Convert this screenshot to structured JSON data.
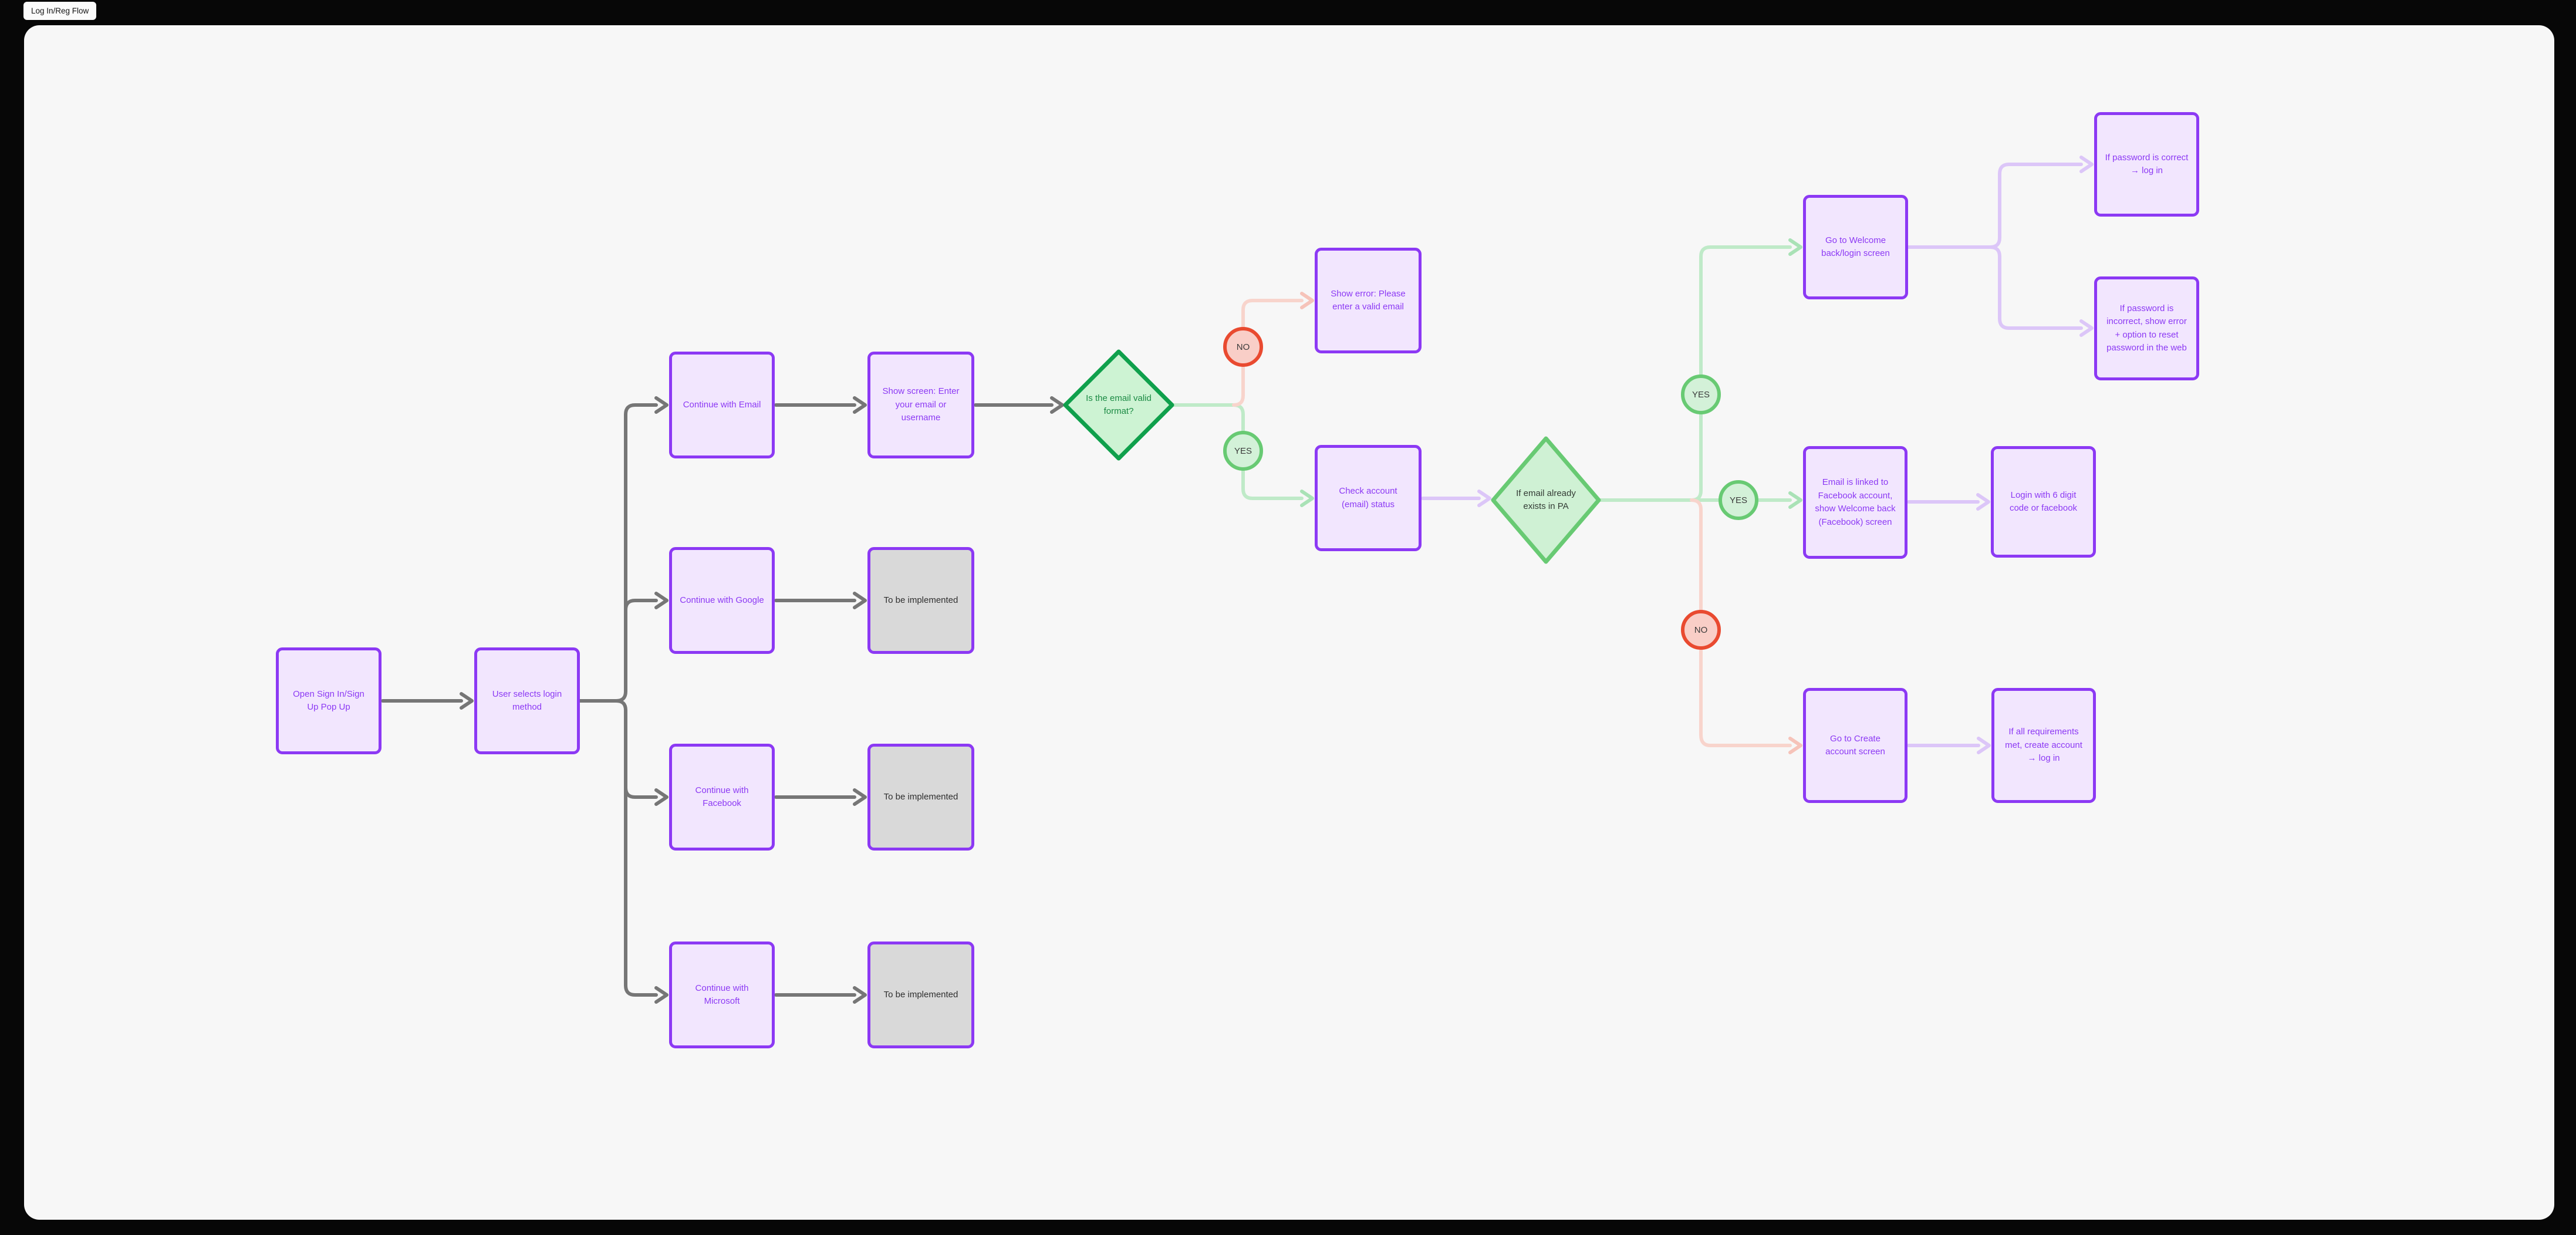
{
  "tab": {
    "title": "Log In/Reg Flow"
  },
  "colors": {
    "page_background": "#070707",
    "canvas_background": "#F7F7F7",
    "node_border_purple": "#8C39F4",
    "node_fill_purple": "#F2E6FE",
    "node_fill_gray": "#D9D9D9",
    "diamond1_border": "#0FA04C",
    "diamond1_fill": "#CDF3D3",
    "diamond2_border": "#68CA73",
    "diamond2_fill": "#CFF1D4",
    "yes_circle_border": "#68CA73",
    "yes_circle_fill": "#D3F1D8",
    "no_circle_border": "#E94A30",
    "no_circle_fill": "#F9CEC7",
    "connector_gray": "#767676",
    "connector_green": "#BFEAC8",
    "connector_red": "#F8D4CC",
    "connector_purple": "#DCC6F8"
  },
  "flow": {
    "open_popup": "Open Sign In/Sign Up Pop Up",
    "select_method": "User selects login method",
    "cont_email": "Continue with Email",
    "show_screen": "Show screen: Enter your email or username",
    "cont_google": "Continue with Google",
    "cont_facebook": "Continue with Facebook",
    "cont_microsoft": "Continue with Microsoft",
    "to_be_implemented": "To be implemented",
    "diamond_email_valid": "Is the email valid format?",
    "diamond_email_exists": "If email already exists in PA",
    "show_error": "Show error: Please enter a valid email",
    "check_account": "Check account (email) status",
    "welcome_login": "Go to Welcome back/login screen",
    "pw_correct": "If password is correct → log in",
    "pw_incorrect": "If password is incorrect, show error + option to reset password in the web",
    "email_facebook": "Email is linked to Facebook account, show Welcome back (Facebook) screen",
    "login_6digit": "Login with 6 digit code or facebook",
    "create_account": "Go to Create account screen",
    "requirements": "If all requirements met, create account → log in",
    "badge_yes": "YES",
    "badge_no": "NO"
  }
}
